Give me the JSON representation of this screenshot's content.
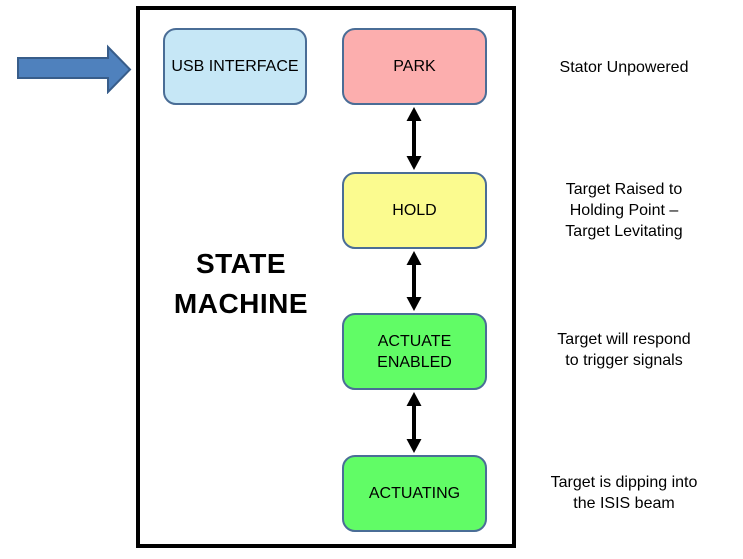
{
  "diagram": {
    "title": "STATE MACHINE",
    "frame_border_color": "#000000",
    "transition_arrow_color": "#000000",
    "input_arrow": {
      "fill": "#4F81BD",
      "stroke": "#385D8A"
    },
    "usb_interface": {
      "label": "USB INTERFACE",
      "fill": "#C6E7F6",
      "border": "#4A6D96"
    },
    "states": [
      {
        "label": "PARK",
        "fill": "#FCAEAE",
        "border": "#4A6D96",
        "annotation": "Stator Unpowered"
      },
      {
        "label": "HOLD",
        "fill": "#FBFB8F",
        "border": "#4A6D96",
        "annotation": "Target Raised to\nHolding Point –\nTarget Levitating"
      },
      {
        "label": "ACTUATE ENABLED",
        "fill": "#61FC66",
        "border": "#4A6D96",
        "annotation": "Target will respond\nto trigger signals"
      },
      {
        "label": "ACTUATING",
        "fill": "#61FC66",
        "border": "#4A6D96",
        "annotation": "Target is dipping into\nthe ISIS beam"
      }
    ]
  }
}
